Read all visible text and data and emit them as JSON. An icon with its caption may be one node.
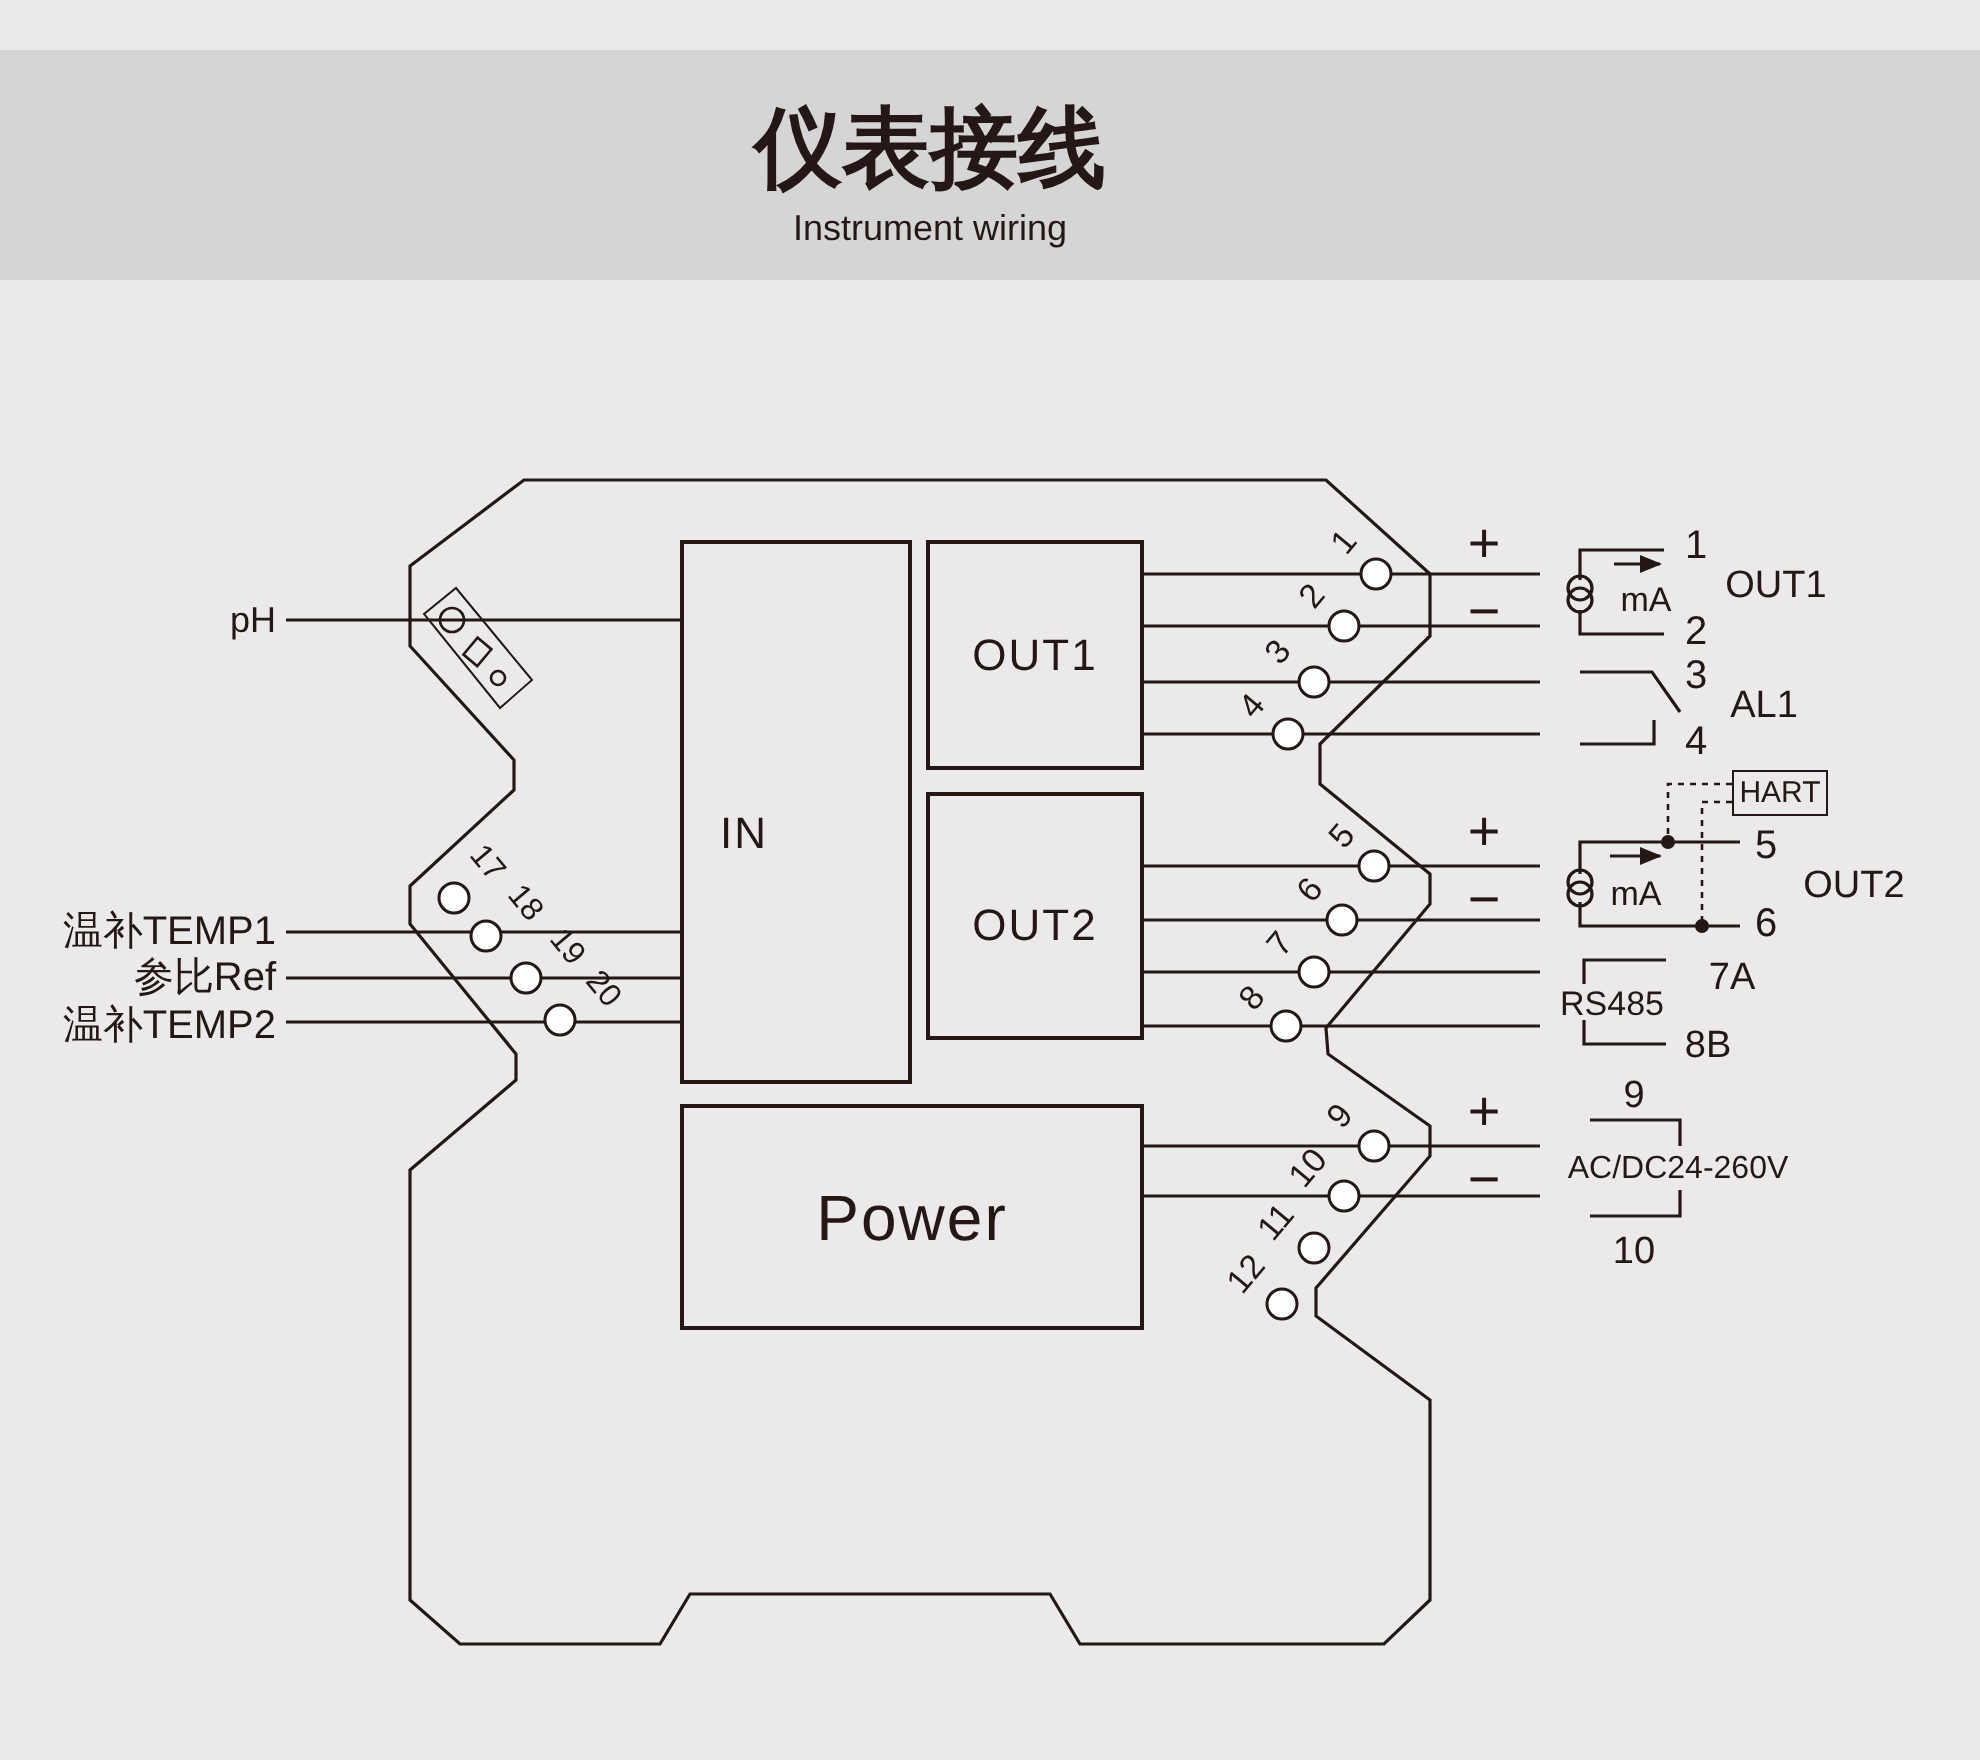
{
  "diagram": {
    "title": "仪表接线",
    "nodes": [
      {
        "text": [
          "IN"
        ]
      },
      {
        "text": [
          "OUT1"
        ]
      },
      {
        "text": [
          "OUT2"
        ]
      },
      {
        "text": [
          "Power"
        ]
      },
      {
        "text": [
          "pH"
        ]
      },
      {
        "text": [
          "温补TEMP1"
        ]
      },
      {
        "text": [
          "参比Ref"
        ]
      },
      {
        "text": [
          "温补TEMP2"
        ]
      },
      {
        "text": [
          "HART"
        ]
      }
    ],
    "edges": [
      {
        "from": 4,
        "to": 0,
        "arrow": "none"
      },
      {
        "from": 5,
        "to": 0,
        "arrow": "none"
      },
      {
        "from": 6,
        "to": 0,
        "arrow": "none"
      },
      {
        "from": 7,
        "to": 0,
        "arrow": "none"
      },
      {
        "from": 1,
        "to": null,
        "arrow": "none"
      },
      {
        "from": 1,
        "to": null,
        "arrow": "none"
      },
      {
        "from": 1,
        "to": null,
        "arrow": "none"
      },
      {
        "from": 1,
        "to": null,
        "arrow": "none"
      },
      {
        "from": 2,
        "to": null,
        "arrow": "none"
      },
      {
        "from": 2,
        "to": null,
        "arrow": "none"
      },
      {
        "from": 2,
        "to": null,
        "arrow": "none"
      },
      {
        "from": 2,
        "to": null,
        "arrow": "none"
      },
      {
        "from": 3,
        "to": null,
        "arrow": "none"
      },
      {
        "from": 3,
        "to": null,
        "arrow": "none"
      },
      {
        "from": 8,
        "to": null,
        "arrow": "other",
        "style": "dashed"
      },
      {
        "from": 8,
        "to": null,
        "arrow": "other",
        "style": "dashed"
      }
    ],
    "labels": [
      "Instrument wiring",
      "17",
      "18",
      "19",
      "20",
      "1",
      "+",
      "2",
      "−",
      "3",
      "4",
      "5",
      "+",
      "6",
      "−",
      "7",
      "8",
      "9",
      "+",
      "10",
      "−",
      "11",
      "12",
      "1",
      "mA",
      "OUT1",
      "2",
      "3",
      "AL1",
      "4",
      "5",
      "mA",
      "OUT2",
      "6",
      "7A",
      "RS485",
      "8B",
      "9",
      "AC/DC24-260V",
      "10"
    ]
  }
}
